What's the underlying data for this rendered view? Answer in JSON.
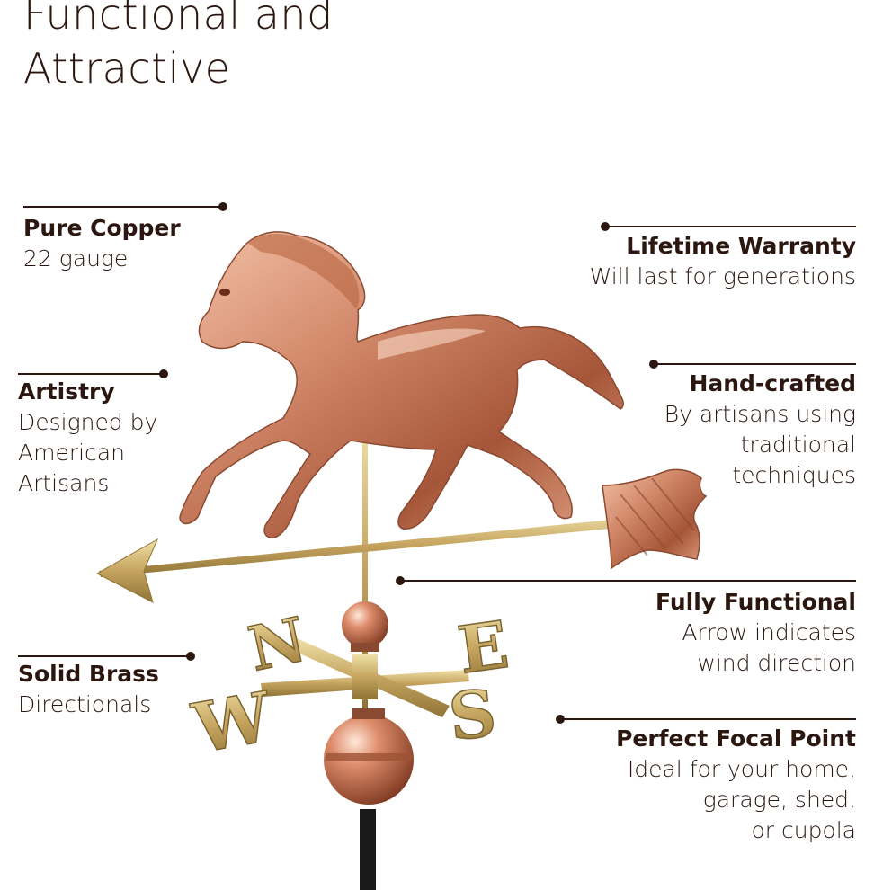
{
  "title": {
    "line1": "Functional and",
    "line2": "Attractive"
  },
  "callouts": {
    "pure_copper": {
      "heading": "Pure Copper",
      "body": "22 gauge"
    },
    "artistry": {
      "heading": "Artistry",
      "body": "Designed by\nAmerican\nArtisans"
    },
    "solid_brass": {
      "heading": "Solid Brass",
      "body": "Directionals"
    },
    "lifetime_warranty": {
      "heading": "Lifetime Warranty",
      "body": "Will last for generations"
    },
    "hand_crafted": {
      "heading": "Hand-crafted",
      "body": "By artisans using\ntraditional\ntechniques"
    },
    "fully_functional": {
      "heading": "Fully Functional",
      "body": "Arrow indicates\nwind direction"
    },
    "focal_point": {
      "heading": "Perfect Focal Point",
      "body": "Ideal for your home,\ngarage, shed,\nor cupola"
    }
  },
  "weathervane": {
    "letters": {
      "north": "N",
      "east": "E",
      "south": "S",
      "west": "W"
    },
    "colors": {
      "copper": "#c9785a",
      "brass": "#c9b070",
      "text": "#2b1710"
    }
  }
}
